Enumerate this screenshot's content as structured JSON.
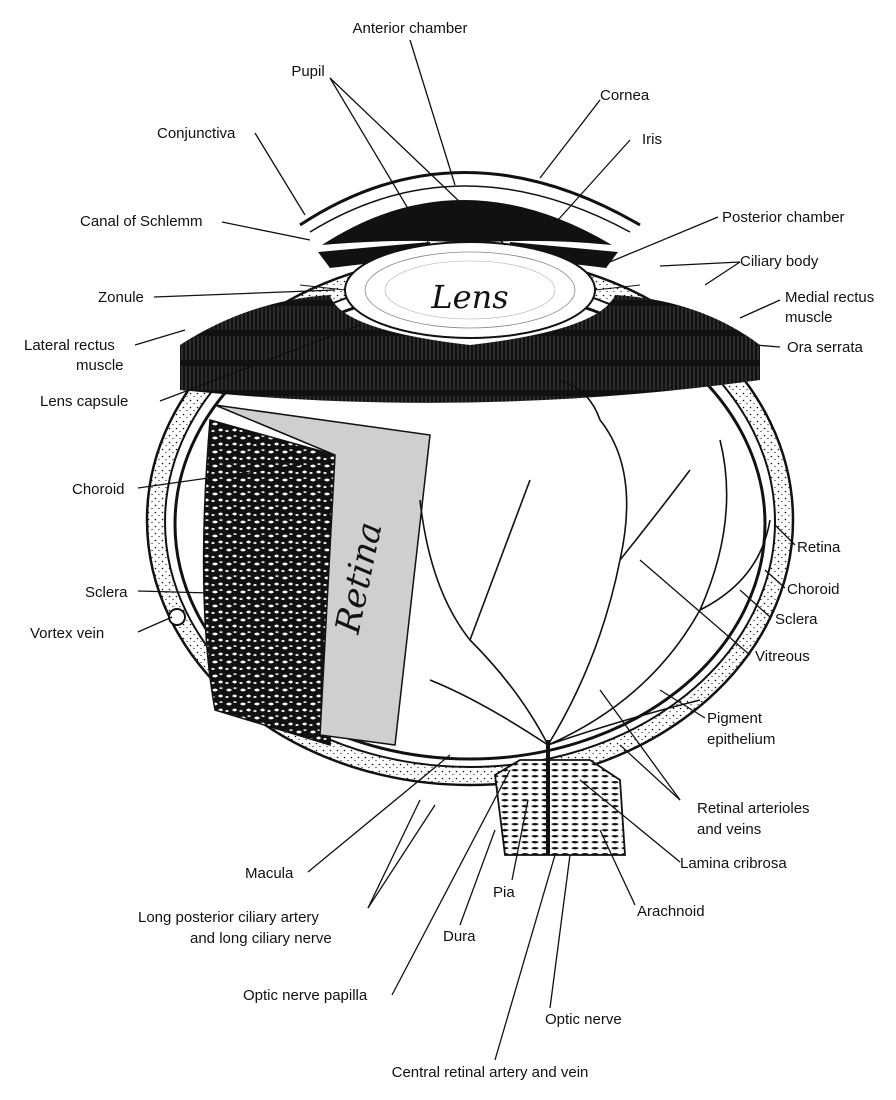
{
  "colors": {
    "ink": "#111111",
    "retina_fill": "#cfcfcf",
    "vitreous": "#ffffff",
    "background": "#ffffff"
  },
  "diagram": {
    "in_figure_labels": {
      "lens": "Lens",
      "retina": "Retina"
    },
    "labels": {
      "anterior_chamber": "Anterior chamber",
      "pupil": "Pupil",
      "cornea": "Cornea",
      "conjunctiva": "Conjunctiva",
      "iris": "Iris",
      "canal_of_schlemm": "Canal of Schlemm",
      "posterior_chamber": "Posterior chamber",
      "ciliary_body": "Ciliary body",
      "zonule": "Zonule",
      "medial_rectus_1": "Medial rectus",
      "medial_rectus_2": "muscle",
      "lateral_rectus_1": "Lateral rectus",
      "lateral_rectus_2": "muscle",
      "ora_serrata": "Ora serrata",
      "lens_capsule": "Lens capsule",
      "choroid_left": "Choroid",
      "retina_right": "Retina",
      "choroid_right": "Choroid",
      "sclera_left": "Sclera",
      "sclera_right": "Sclera",
      "vortex_vein": "Vortex vein",
      "vitreous": "Vitreous",
      "pigment_1": "Pigment",
      "pigment_2": "epithelium",
      "retinal_av_1": "Retinal arterioles",
      "retinal_av_2": "and veins",
      "macula": "Macula",
      "lamina_cribrosa": "Lamina cribrosa",
      "pia": "Pia",
      "arachnoid": "Arachnoid",
      "long_ciliary_1": "Long posterior ciliary artery",
      "long_ciliary_2": "and long ciliary nerve",
      "dura": "Dura",
      "optic_papilla": "Optic nerve papilla",
      "optic_nerve": "Optic nerve",
      "central_retinal": "Central retinal artery and vein"
    }
  }
}
